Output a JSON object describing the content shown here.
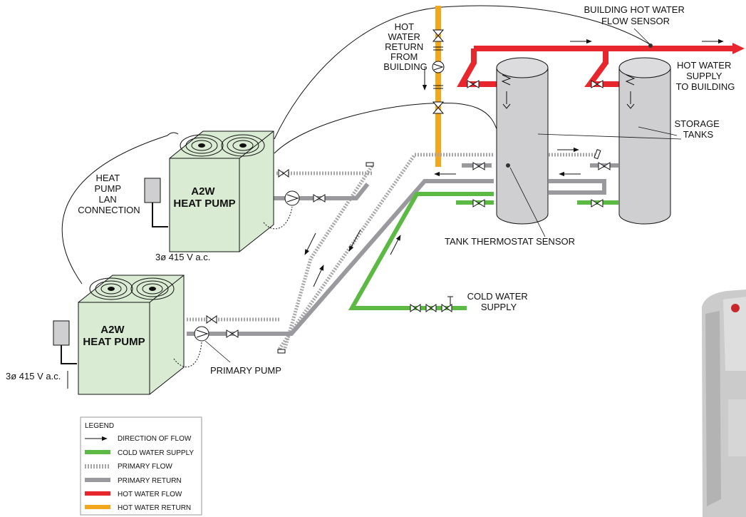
{
  "colors": {
    "cold_water_supply": "#5cb944",
    "primary_flow": "#a6a6a8",
    "primary_return": "#9a9a9e",
    "hot_water_flow": "#e8262d",
    "hot_water_return": "#f3a71c",
    "heat_pump_body": "#d9ebd2",
    "tank_body": "#cfcfd1"
  },
  "labels": {
    "building_sensor": [
      "BUILDING HOT WATER",
      "FLOW SENSOR"
    ],
    "hw_return": [
      "HOT",
      "WATER",
      "RETURN",
      "FROM",
      "BUILDING"
    ],
    "hw_supply": [
      "HOT WATER",
      "SUPPLY",
      "TO BUILDING"
    ],
    "storage_tanks": [
      "STORAGE",
      "TANKS"
    ],
    "lan_connection": [
      "HEAT",
      "PUMP",
      "LAN",
      "CONNECTION"
    ],
    "heat_pump_line1": "A2W",
    "heat_pump_line2": "HEAT PUMP",
    "power_supply": "3ø 415 V a.c.",
    "tank_thermostat": "TANK THERMOSTAT SENSOR",
    "cold_water": [
      "COLD WATER",
      "SUPPLY"
    ],
    "primary_pump": "PRIMARY PUMP"
  },
  "legend": {
    "title": "LEGEND",
    "items": [
      {
        "key": "direction",
        "label": "DIRECTION OF FLOW"
      },
      {
        "key": "cold",
        "label": "COLD WATER SUPPLY"
      },
      {
        "key": "pflow",
        "label": "PRIMARY FLOW"
      },
      {
        "key": "preturn",
        "label": "PRIMARY RETURN"
      },
      {
        "key": "hotflow",
        "label": "HOT WATER FLOW"
      },
      {
        "key": "hotreturn",
        "label": "HOT WATER RETURN"
      }
    ]
  }
}
